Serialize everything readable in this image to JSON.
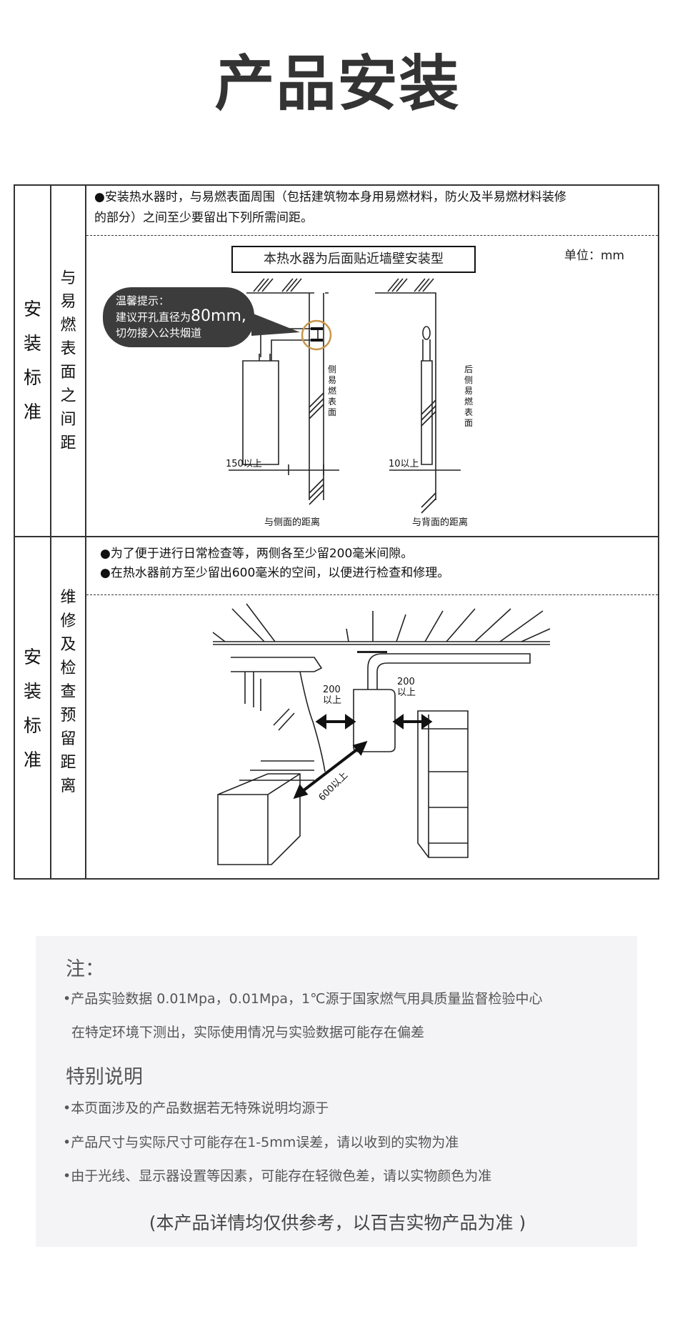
{
  "page_title": "产品安装",
  "section1": {
    "category": [
      "安",
      "装",
      "标",
      "准"
    ],
    "subcategory": [
      "与",
      "易",
      "燃",
      "表",
      "面",
      "之",
      "间",
      "距"
    ],
    "note_line1": "●安装热水器时，与易燃表面周围（包括建筑物本身用易燃材料，防火及半易燃材料装修",
    "note_line2": "的部分）之间至少要留出下列所需间距。",
    "box_label": "本热水器为后面贴近墙壁安装型",
    "unit_label": "单位：mm",
    "tip_title": "温馨提示：",
    "tip_line2_prefix": "建议开孔直径为",
    "tip_line2_value": "80mm,",
    "tip_line3": "切勿接入公共烟道",
    "side_surface_label": [
      "侧",
      "易",
      "燃",
      "表",
      "面"
    ],
    "back_surface_label": [
      "后",
      "侧",
      "易",
      "燃",
      "表",
      "面"
    ],
    "side_distance": "150以上",
    "back_distance": "10以上",
    "side_caption": "与侧面的距离",
    "back_caption": "与背面的距离"
  },
  "section2": {
    "category": [
      "安",
      "装",
      "标",
      "准"
    ],
    "subcategory": [
      "维",
      "修",
      "及",
      "检",
      "查",
      "预",
      "留",
      "距",
      "离"
    ],
    "note_line1": "●为了便于进行日常检查等，两侧各至少留200毫米间隙。",
    "note_line2": "●在热水器前方至少留出600毫米的空间，以便进行检查和修理。",
    "left_gap": [
      "200",
      "以上"
    ],
    "right_gap": [
      "200",
      "以上"
    ],
    "front_gap": "600以上"
  },
  "notes": {
    "heading": "注：",
    "line1": "•产品实验数据 0.01Mpa，0.01Mpa，1℃源于国家燃气用具质量监督检验中心",
    "line2": "在特定环境下测出，实际使用情况与实验数据可能存在偏差",
    "special_heading": "特别说明",
    "special_items": [
      "•本页面涉及的产品数据若无特殊说明均源于",
      "•产品尺寸与实际尺寸可能存在1-5mm误差，请以收到的实物为准",
      "•由于光线、显示器设置等因素，可能存在轻微色差，请以实物颜色为准"
    ],
    "disclaimer": "(本产品详情均仅供参考，以百吉实物产品为准 )"
  },
  "colors": {
    "bubble": "#3c3c3c",
    "highlight_circle": "#c8964a",
    "notes_bg": "#f4f4f6"
  }
}
